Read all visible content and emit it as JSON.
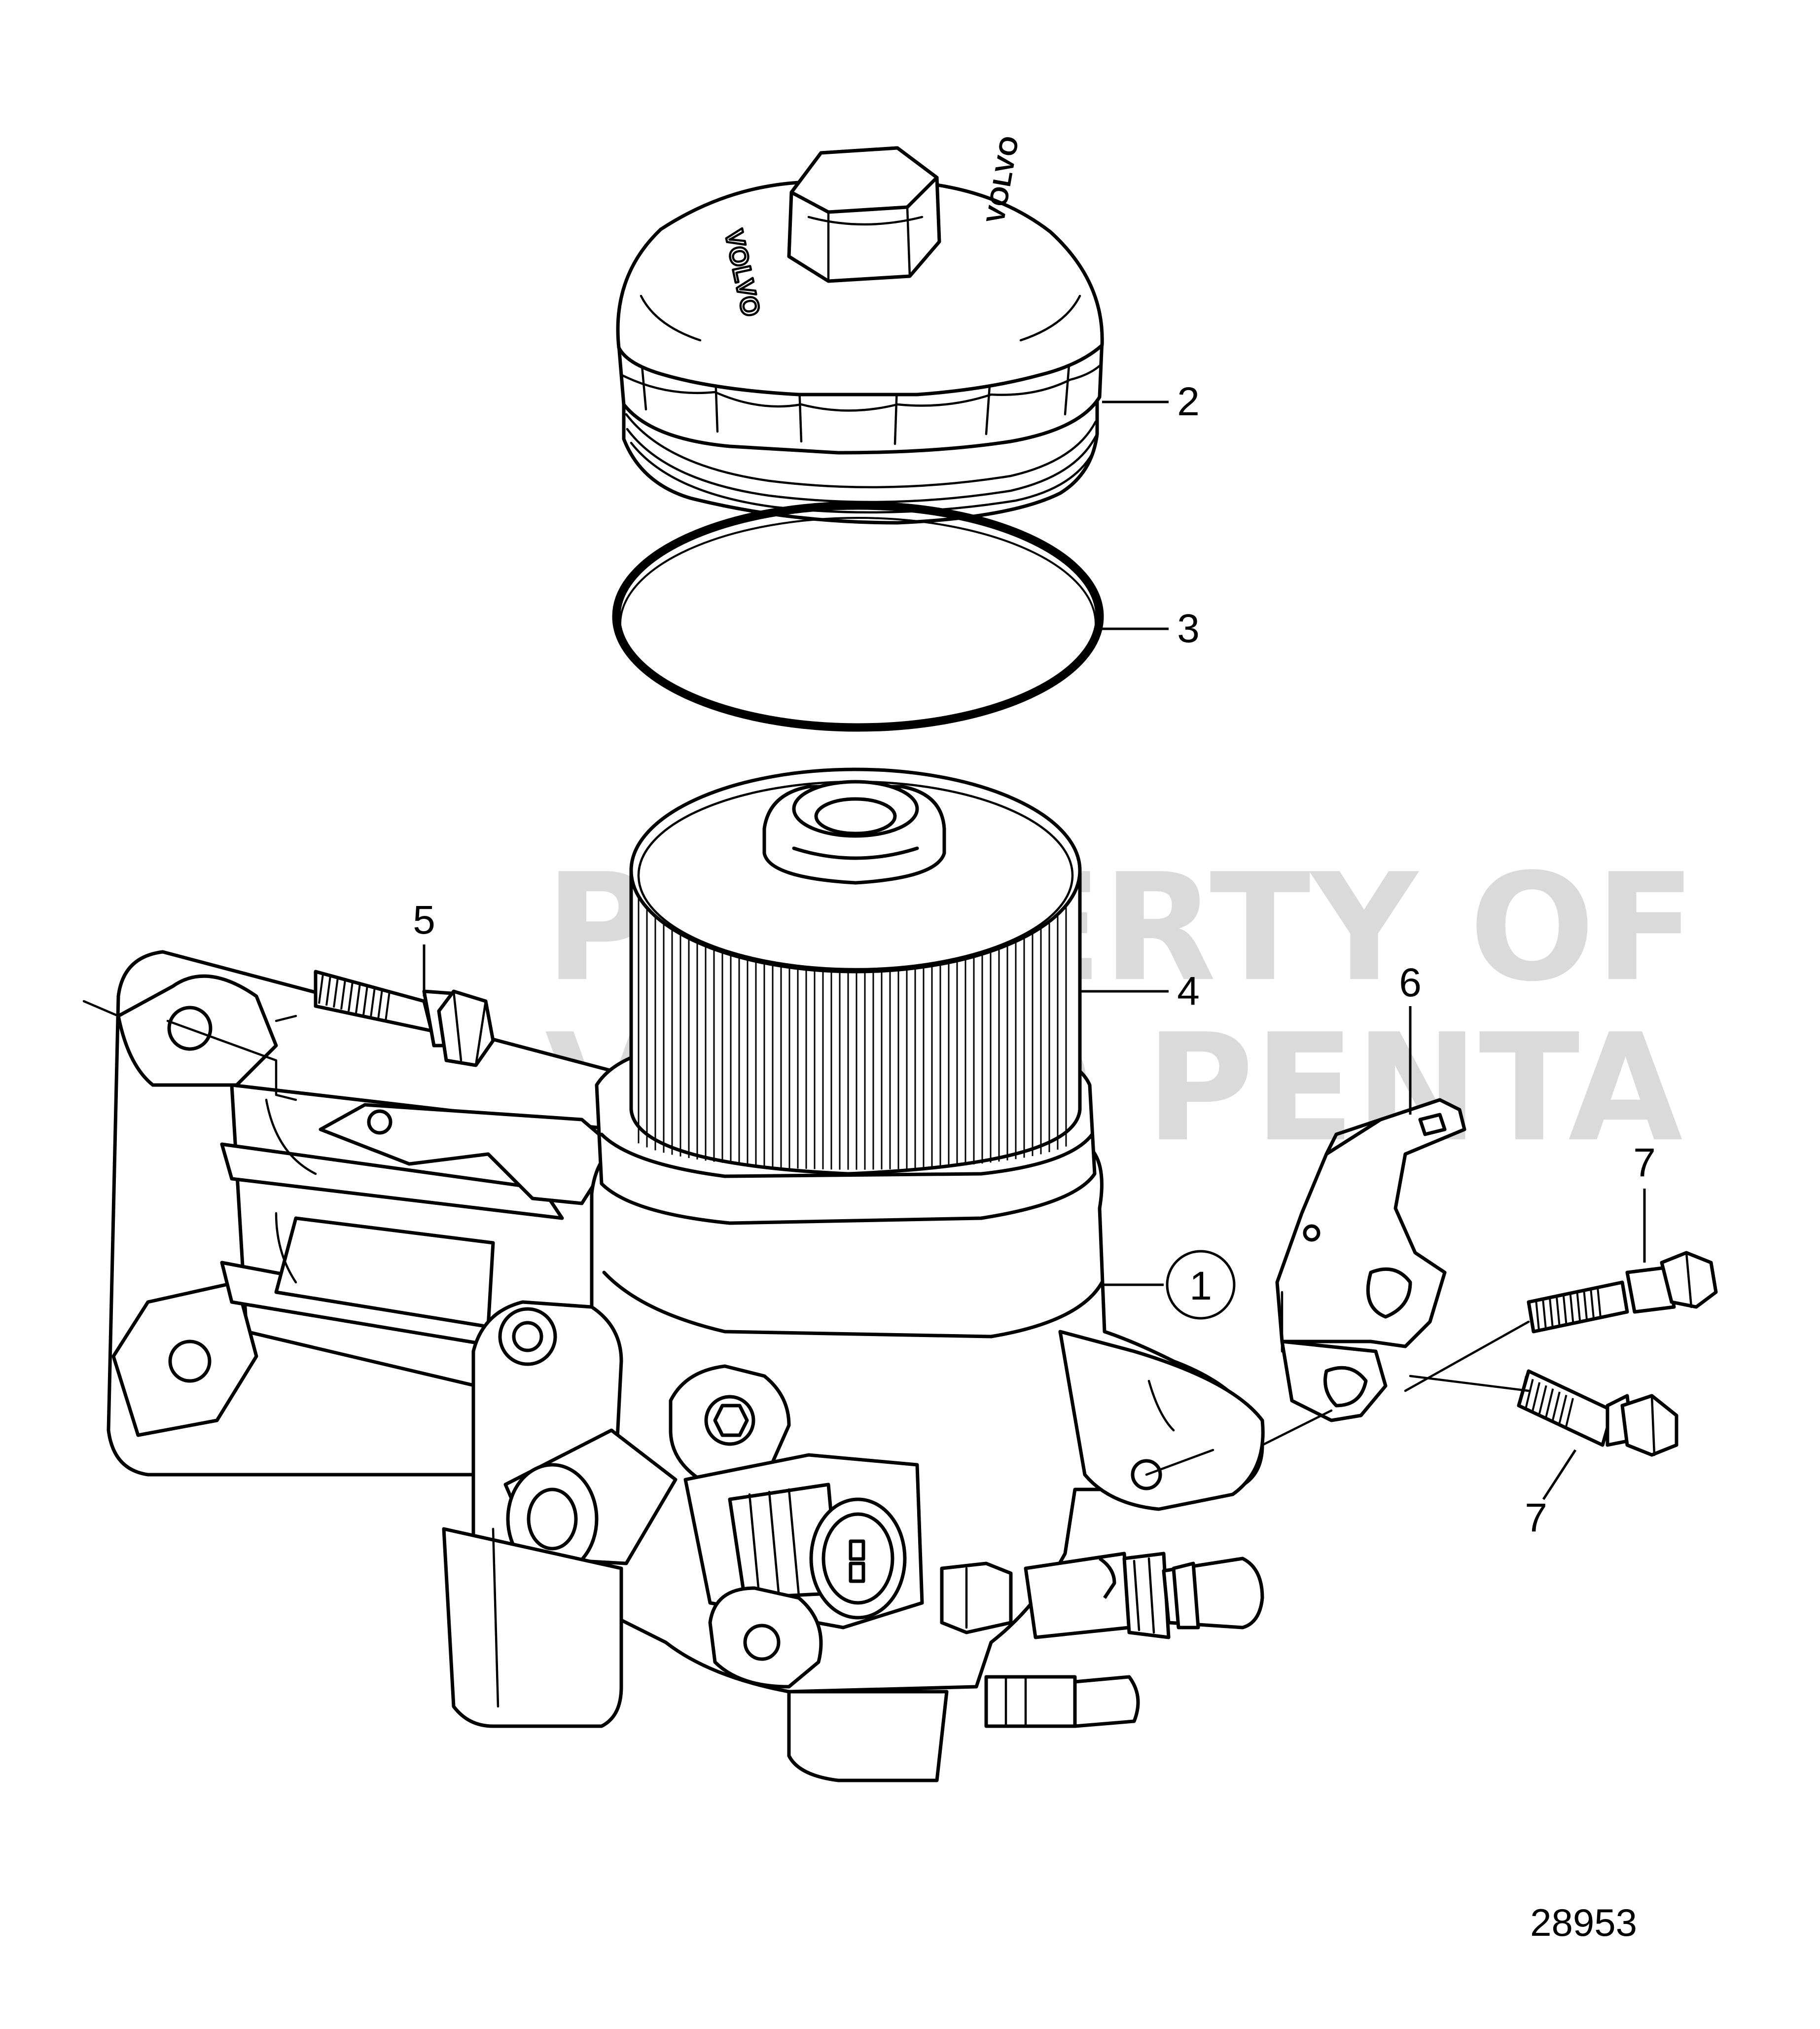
{
  "diagram": {
    "callouts": {
      "c1": "1",
      "c2": "2",
      "c3": "3",
      "c4": "4",
      "c5": "5",
      "c6": "6",
      "c7a": "7",
      "c7b": "7"
    },
    "figure_number": "28953",
    "watermark_line1": "PROPERTY OF",
    "watermark_line2": "VOLVO PENTA",
    "cap_brand_left": "VOLVO",
    "cap_brand_right": "VOLVO"
  }
}
